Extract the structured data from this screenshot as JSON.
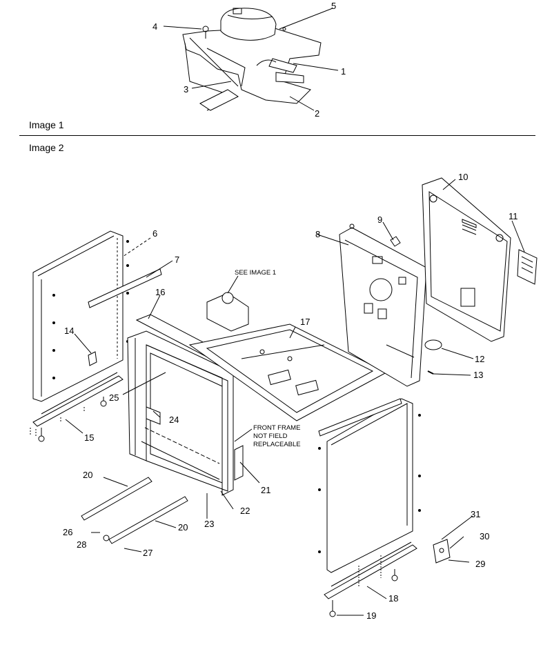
{
  "sections": {
    "image1_label": "Image 1",
    "image2_label": "Image 2"
  },
  "notes": {
    "see_image": "SEE IMAGE 1",
    "front_frame_line1": "FRONT FRAME",
    "front_frame_line2": "NOT FIELD",
    "front_frame_line3": "REPLACEABLE"
  },
  "callouts": {
    "c1": "1",
    "c2": "2",
    "c3": "3",
    "c4": "4",
    "c5": "5",
    "c6": "6",
    "c7": "7",
    "c8": "8",
    "c9": "9",
    "c10": "10",
    "c11": "11",
    "c12": "12",
    "c13": "13",
    "c14": "14",
    "c15": "15",
    "c16": "16",
    "c17": "17",
    "c18": "18",
    "c19": "19",
    "c20a": "20",
    "c20b": "20",
    "c21": "21",
    "c22": "22",
    "c23": "23",
    "c24": "24",
    "c25": "25",
    "c26": "26",
    "c27": "27",
    "c28": "28",
    "c29": "29",
    "c30": "30",
    "c31": "31"
  }
}
